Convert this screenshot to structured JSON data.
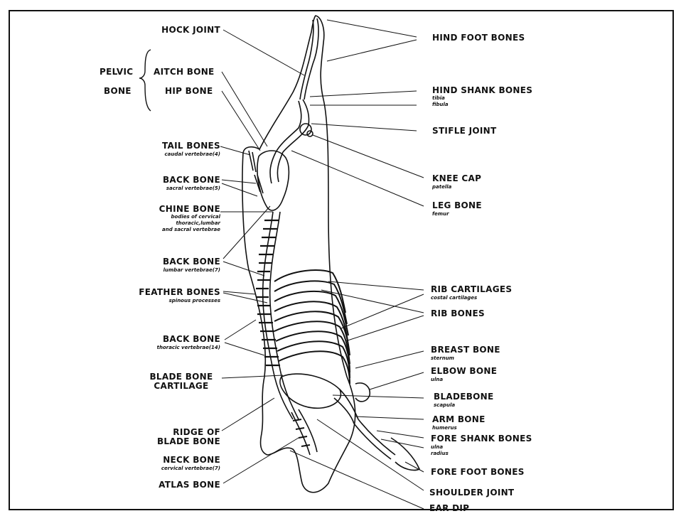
{
  "labels": {
    "hock_joint": "HOCK JOINT",
    "pelvic": "PELVIC",
    "bone": "BONE",
    "aitch_bone": "AITCH BONE",
    "hip_bone": "HIP BONE",
    "tail_bones": "TAIL BONES",
    "tail_bones_sub": "caudal vertebrae(4)",
    "back_bone_sacral": "BACK BONE",
    "back_bone_sacral_sub": "sacral vertebrae(5)",
    "chine_bone": "CHINE BONE",
    "chine_bone_sub1": "bodies of cervical",
    "chine_bone_sub2": "thoracic,lumbar",
    "chine_bone_sub3": "and sacral vertebrae",
    "back_bone_lumbar": "BACK BONE",
    "back_bone_lumbar_sub": "lumbar vertebrae(7)",
    "feather_bones": "FEATHER BONES",
    "feather_bones_sub": "spinous processes",
    "back_bone_thoracic": "BACK BONE",
    "back_bone_thoracic_sub": "thoracic vertebrae(14)",
    "blade_bone_cartilage1": "BLADE BONE",
    "blade_bone_cartilage2": "CARTILAGE",
    "ridge_of_blade_bone1": "RIDGE OF",
    "ridge_of_blade_bone2": "BLADE BONE",
    "neck_bone": "NECK BONE",
    "neck_bone_sub": "cervical vertebrae(7)",
    "atlas_bone": "ATLAS BONE",
    "hind_foot_bones": "HIND FOOT BONES",
    "hind_shank_bones": "HIND SHANK BONES",
    "hind_shank_sub1": "tibia",
    "hind_shank_sub2": "fibula",
    "stifle_joint": "STIFLE JOINT",
    "knee_cap": "KNEE CAP",
    "knee_cap_sub": "patella",
    "leg_bone": "LEG BONE",
    "leg_bone_sub": "femur",
    "rib_cartilages": "RIB CARTILAGES",
    "rib_cartilages_sub": "costal cartilages",
    "rib_bones": "RIB BONES",
    "breast_bone": "BREAST BONE",
    "breast_bone_sub": "sternum",
    "elbow_bone": "ELBOW BONE",
    "elbow_bone_sub": "ulna",
    "bladebone": "BLADEBONE",
    "bladebone_sub": "scapula",
    "arm_bone": "ARM BONE",
    "arm_bone_sub": "humerus",
    "fore_shank_bones": "FORE SHANK BONES",
    "fore_shank_sub1": "ulna",
    "fore_shank_sub2": "radius",
    "fore_foot_bones": "FORE FOOT BONES",
    "shoulder_joint": "SHOULDER JOINT",
    "ear_dip": "EAR DIP"
  }
}
